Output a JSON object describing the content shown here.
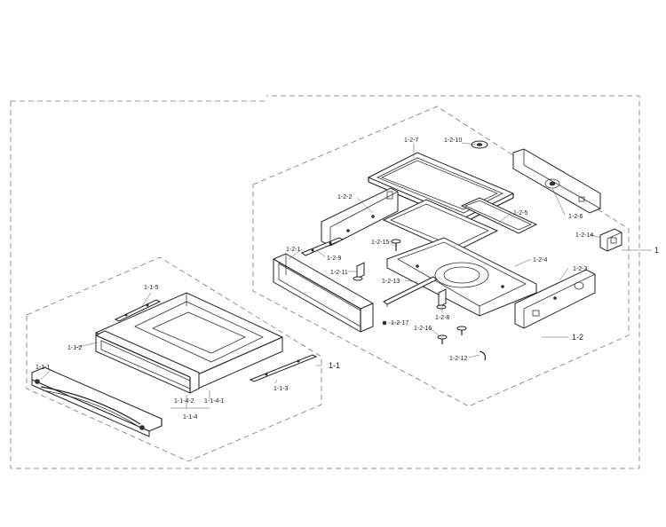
{
  "labels": {
    "l1": "1",
    "l1_1": "1-1",
    "l1_2": "1-2",
    "l1_1_1": "1-1-1",
    "l1_1_2": "1-1-2",
    "l1_1_3": "1-1-3",
    "l1_1_4": "1-1-4",
    "l1_1_4_1": "1-1-4-1",
    "l1_1_4_2": "1-1-4-2",
    "l1_1_5": "1-1-5",
    "l1_2_1": "1-2-1",
    "l1_2_2": "1-2-2",
    "l1_2_3": "1-2-3",
    "l1_2_4": "1-2-4",
    "l1_2_5": "1-2-5",
    "l1_2_6": "1-2-6",
    "l1_2_7": "1-2-7",
    "l1_2_8": "1-2-8",
    "l1_2_9": "1-2-9",
    "l1_2_10": "1-2-10",
    "l1_2_11": "1-2-11",
    "l1_2_12": "1-2-12",
    "l1_2_13": "1-2-13",
    "l1_2_14": "1-2-14",
    "l1_2_15": "1-2-15",
    "l1_2_16": "1-2-16",
    "l1_2_17": "1-2-17"
  }
}
